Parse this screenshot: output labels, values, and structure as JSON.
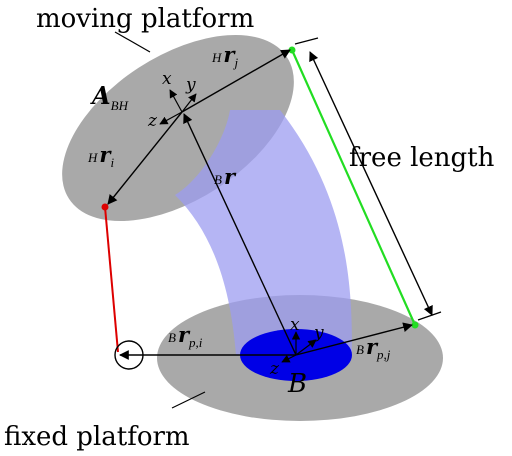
{
  "labels": {
    "moving_platform": "moving platform",
    "fixed_platform": "fixed platform",
    "free_length": "free length",
    "A_BH": "A",
    "A_BH_sub": "BH",
    "H_rj_pre": "H",
    "H_rj": "r",
    "H_rj_sub": "j",
    "H_ri_pre": "H",
    "H_ri": "r",
    "H_ri_sub": "i",
    "B_r_pre": "B",
    "B_r": "r",
    "B_rpi_pre": "B",
    "B_rpi": "r",
    "B_rpi_sub": "p,i",
    "B_rpj_pre": "B",
    "B_rpj": "r",
    "B_rpj_sub": "p,j",
    "frame_B": "B",
    "axis_x_top": "x",
    "axis_y_top": "y",
    "axis_z_top": "z",
    "axis_x_bottom": "x",
    "axis_y_bottom": "y",
    "axis_z_bottom": "z"
  },
  "colors": {
    "platform_gray": "#a9a9a9",
    "tube_blue": "#9c9cf0",
    "base_ellipse_blue": "#0000e6",
    "leg_green": "#22dd22",
    "leg_red": "#dd0000",
    "vector_black": "#000000"
  }
}
